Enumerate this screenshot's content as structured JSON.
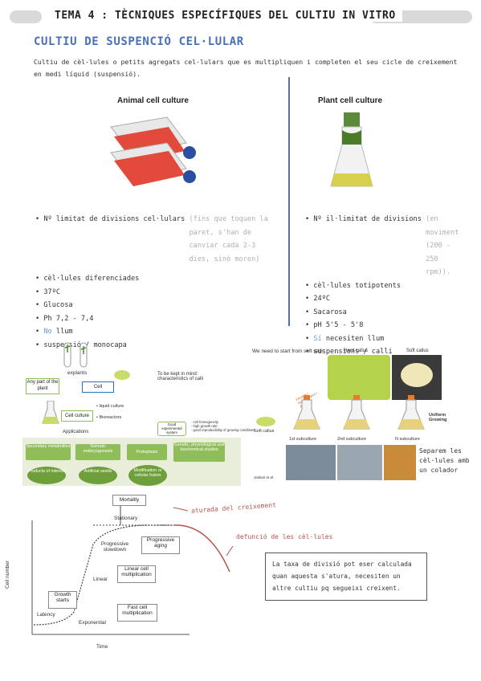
{
  "header": {
    "title": "TEMA 4 : TÈCNIQUES ESPECÍFIQUES DEL CULTIU IN VITRO"
  },
  "section": {
    "title": "CULTIU DE SUSPENCIÓ CEL·LULAR",
    "intro": "Cultiu de cèl·lules o petits agregats cel·lulars que es multipliquen i completen el seu cicle de creixement en medi líquid (suspensió)."
  },
  "animal": {
    "heading": "Animal cell culture",
    "bullets": [
      {
        "main": "Nº limitat de divisions cel·lulars",
        "note": "(fins que toquen la paret, s'han de canviar cada 2-3 dies, sinó moren)"
      },
      {
        "main": "cèl·lules diferenciades",
        "note": ""
      },
      {
        "main": "37ºC",
        "note": ""
      },
      {
        "main": "Glucosa",
        "note": ""
      },
      {
        "main": "Ph 7,2 - 7,4",
        "note": ""
      },
      {
        "pre": "No",
        "main": "llum",
        "note": ""
      },
      {
        "main": "suspensió / monocapa",
        "note": ""
      }
    ]
  },
  "plant": {
    "heading": "Plant cell culture",
    "bullets": [
      {
        "main": "Nº il·limitat de divisions",
        "note": "(en moviment (200 - 250 rpm))."
      },
      {
        "main": "cèl·lules totipotents",
        "note": ""
      },
      {
        "main": "24ºC",
        "note": ""
      },
      {
        "main": "Sacarosa",
        "note": ""
      },
      {
        "main": "pH 5'5 - 5'8",
        "note": ""
      },
      {
        "pre": "Sí",
        "main": "necesiten llum",
        "note": ""
      },
      {
        "main": "suspensions / calli",
        "note": ""
      }
    ]
  },
  "callus_diagram": {
    "explants": "explants",
    "any_part": "Any part of the plant",
    "cell": "Cell",
    "keep_in_mind": "To be kept in mind: characteristics of calli",
    "liquid": "• liquid culture",
    "bioreactors": "• Bioreactors",
    "cell_culture": "Cell culture",
    "applications": "Applications",
    "good_exp": "Good experimental system",
    "calli_notes": "- cell homogeneity\n- high growth rate\n- good reproducibility of growing conditions",
    "boxes": [
      "Secondary metabolites",
      "Somatic embryogenesis",
      "Protoplasts",
      "Genetic, physiological and biochemical studies"
    ],
    "circles": [
      "Products of interest",
      "Artificial seeds",
      "Modification or cellular fusion"
    ]
  },
  "subculture": {
    "header": "We need to start from soft calli",
    "hard": "Hard callus",
    "soft_photo": "Soft callus",
    "soft": "Soft callus",
    "agitation": "Filtration / Sedimentation / Agitation",
    "steps": [
      "1st subculture",
      "2nd subculture",
      "N subculture"
    ],
    "uniform": "Uniform Growing",
    "credit": "Jaskari et al.",
    "note": "Separem les cèl·lules amb un colador"
  },
  "growth": {
    "ylabel": "Cell number",
    "xlabel": "Time",
    "phases": [
      "Mortality",
      "Stationary",
      "Progressive slowdown",
      "Progressive aging",
      "Linear",
      "Linear cell multiplication",
      "Growth starts",
      "Latency",
      "Fast cell multiplication",
      "Exponential"
    ],
    "note_stop": "aturada del creixement",
    "note_death": "defunció de les cèl·lules",
    "note_box": "La taxa de divisió pot eser calculada quan aquesta s'atura, necesiten un altre cultiu pq segueixi creixent."
  },
  "colors": {
    "accent": "#4a6fb5",
    "green": "#8fbd5a",
    "red_note": "#b5534a",
    "title_bar": "#d9d9d9"
  }
}
